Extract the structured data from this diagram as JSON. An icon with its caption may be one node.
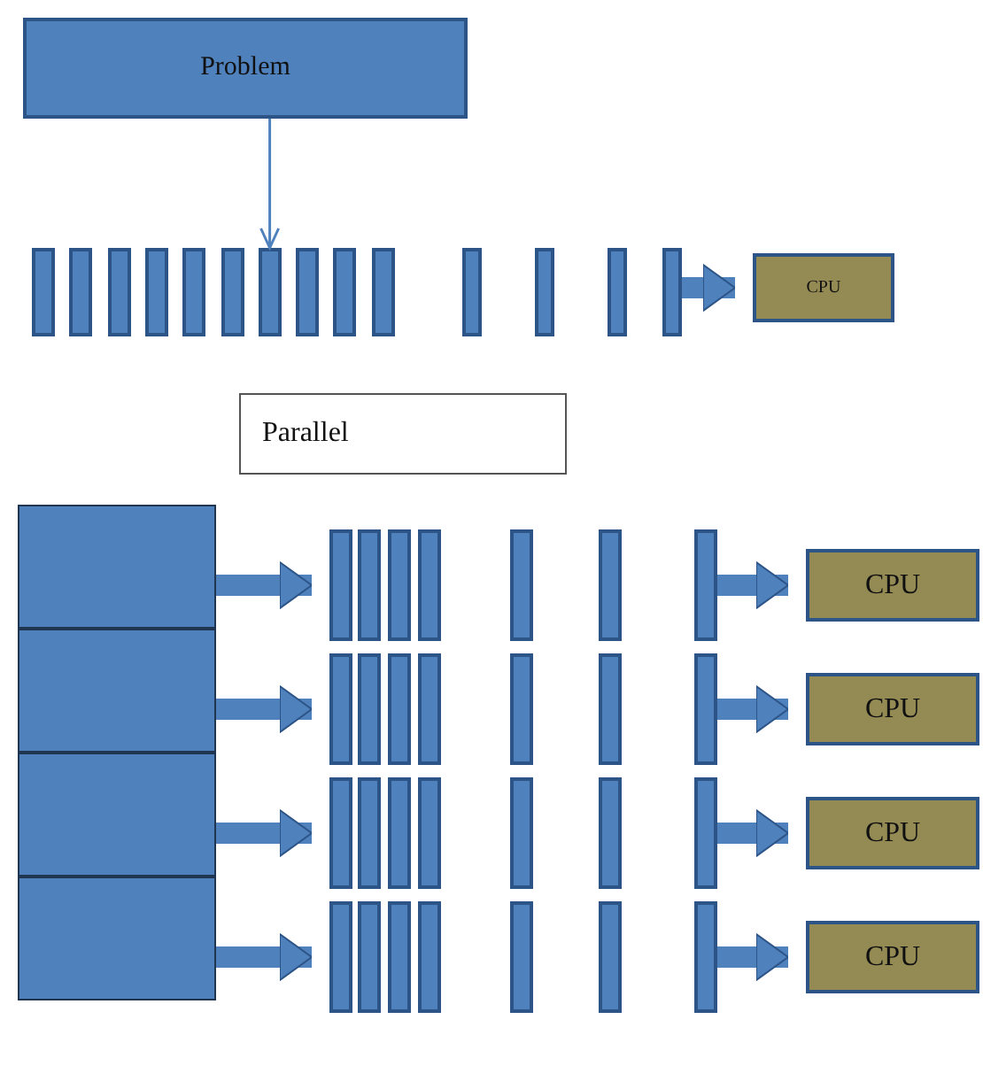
{
  "diagram": {
    "nodes": [
      {
        "text": [
          "Problem"
        ]
      },
      {
        "text": [],
        "shape": "bar"
      },
      {
        "text": [],
        "shape": "bar"
      },
      {
        "text": [],
        "shape": "bar"
      },
      {
        "text": [],
        "shape": "bar"
      },
      {
        "text": [],
        "shape": "bar"
      },
      {
        "text": [],
        "shape": "bar"
      },
      {
        "text": [],
        "shape": "bar"
      },
      {
        "text": [],
        "shape": "bar"
      },
      {
        "text": [],
        "shape": "bar"
      },
      {
        "text": [],
        "shape": "bar"
      },
      {
        "text": [],
        "shape": "bar"
      },
      {
        "text": [],
        "shape": "bar"
      },
      {
        "text": [],
        "shape": "bar"
      },
      {
        "text": [],
        "shape": "bar"
      },
      {
        "text": [
          "CPU"
        ]
      },
      {
        "text": [
          "Parallel"
        ]
      },
      {
        "text": [],
        "shape": "box"
      },
      {
        "text": [],
        "shape": "box"
      },
      {
        "text": [],
        "shape": "box"
      },
      {
        "text": [],
        "shape": "box"
      },
      {
        "text": [],
        "shape": "bar"
      },
      {
        "text": [],
        "shape": "bar"
      },
      {
        "text": [],
        "shape": "bar"
      },
      {
        "text": [],
        "shape": "bar"
      },
      {
        "text": [],
        "shape": "bar"
      },
      {
        "text": [],
        "shape": "bar"
      },
      {
        "text": [],
        "shape": "bar"
      },
      {
        "text": [
          "CPU"
        ]
      },
      {
        "text": [],
        "shape": "bar"
      },
      {
        "text": [],
        "shape": "bar"
      },
      {
        "text": [],
        "shape": "bar"
      },
      {
        "text": [],
        "shape": "bar"
      },
      {
        "text": [],
        "shape": "bar"
      },
      {
        "text": [],
        "shape": "bar"
      },
      {
        "text": [],
        "shape": "bar"
      },
      {
        "text": [
          "CPU"
        ]
      },
      {
        "text": [],
        "shape": "bar"
      },
      {
        "text": [],
        "shape": "bar"
      },
      {
        "text": [],
        "shape": "bar"
      },
      {
        "text": [],
        "shape": "bar"
      },
      {
        "text": [],
        "shape": "bar"
      },
      {
        "text": [],
        "shape": "bar"
      },
      {
        "text": [],
        "shape": "bar"
      },
      {
        "text": [
          "CPU"
        ]
      },
      {
        "text": [],
        "shape": "bar"
      },
      {
        "text": [],
        "shape": "bar"
      },
      {
        "text": [],
        "shape": "bar"
      },
      {
        "text": [],
        "shape": "bar"
      },
      {
        "text": [],
        "shape": "bar"
      },
      {
        "text": [],
        "shape": "bar"
      },
      {
        "text": [],
        "shape": "bar"
      },
      {
        "text": [
          "CPU"
        ]
      }
    ],
    "edges": [
      {
        "from": 0,
        "to": 7,
        "arrow": "to"
      },
      {
        "from": 14,
        "to": 15,
        "arrow": "to"
      },
      {
        "from": 17,
        "to": 21,
        "arrow": "to"
      },
      {
        "from": 27,
        "to": 28,
        "arrow": "to"
      },
      {
        "from": 18,
        "to": 29,
        "arrow": "to"
      },
      {
        "from": 35,
        "to": 36,
        "arrow": "to"
      },
      {
        "from": 19,
        "to": 37,
        "arrow": "to"
      },
      {
        "from": 43,
        "to": 44,
        "arrow": "to"
      },
      {
        "from": 20,
        "to": 45,
        "arrow": "to"
      },
      {
        "from": 51,
        "to": 52,
        "arrow": "to"
      }
    ]
  }
}
